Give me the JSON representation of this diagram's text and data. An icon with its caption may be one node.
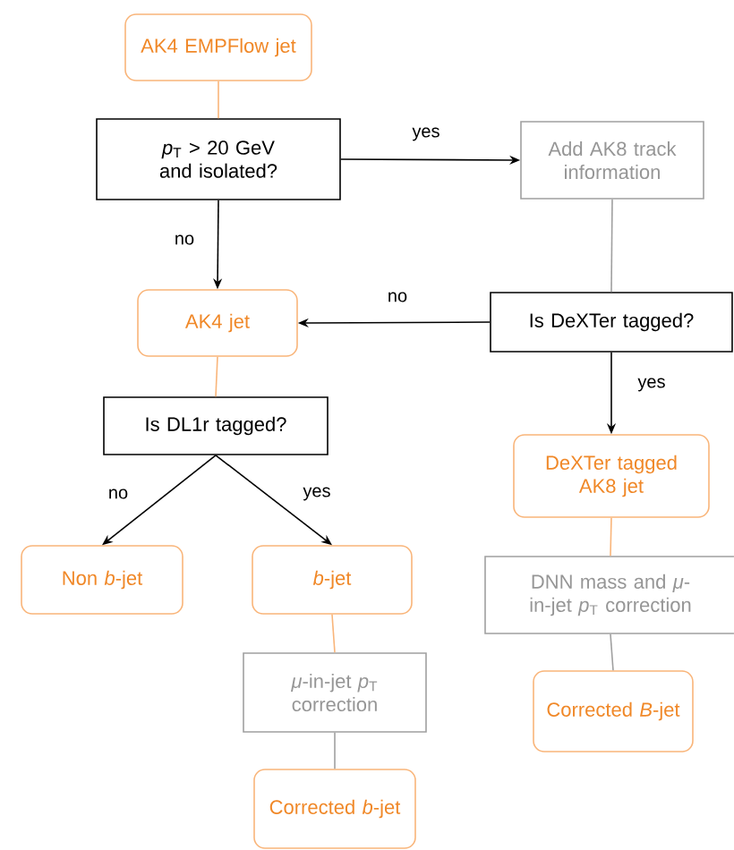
{
  "diagram": {
    "nodes": [
      {
        "text": [
          "AK4 EMPFlow jet"
        ]
      },
      {
        "text": [
          "*p*$_{T}$ > 20 GeV and isolated?"
        ]
      },
      {
        "text": [
          "Add AK8 track information"
        ]
      },
      {
        "text": [
          "AK4 jet"
        ]
      },
      {
        "text": [
          "Is DeXTer tagged?"
        ]
      },
      {
        "text": [
          "Is DL1r tagged?"
        ]
      },
      {
        "text": [
          "DeXTer tagged AK8 jet"
        ]
      },
      {
        "text": [
          "Non *b*-jet"
        ]
      },
      {
        "text": [
          "*b*-jet"
        ]
      },
      {
        "text": [
          "DNN mass and *μ*-in-jet *p*$_{T}$ correction"
        ]
      },
      {
        "text": [
          "*μ*-in-jet *p*$_{T}$ correction"
        ]
      },
      {
        "text": [
          "Corrected *B*-jet"
        ]
      },
      {
        "text": [
          "Corrected *b*-jet"
        ]
      }
    ],
    "edges": [
      {
        "from": 0,
        "to": 1,
        "arrow": "none",
        "color": "#f9b57a"
      },
      {
        "from": 1,
        "to": 2,
        "arrow": "to",
        "label": "yes"
      },
      {
        "from": 1,
        "to": 3,
        "arrow": "to",
        "label": "no"
      },
      {
        "from": 2,
        "to": 4,
        "arrow": "none",
        "color": "#a0a0a0"
      },
      {
        "from": 4,
        "to": 3,
        "arrow": "to",
        "label": "no"
      },
      {
        "from": 3,
        "to": 5,
        "arrow": "none",
        "color": "#f9b57a"
      },
      {
        "from": 4,
        "to": 6,
        "arrow": "to",
        "label": "yes"
      },
      {
        "from": 5,
        "to": 7,
        "arrow": "to",
        "label": "no"
      },
      {
        "from": 5,
        "to": 8,
        "arrow": "to",
        "label": "yes"
      },
      {
        "from": 8,
        "to": 10,
        "arrow": "none",
        "color": "#f9b57a"
      },
      {
        "from": 6,
        "to": 9,
        "arrow": "none",
        "color": "#f9b57a"
      },
      {
        "from": 10,
        "to": 12,
        "arrow": "none",
        "color": "#a0a0a0"
      },
      {
        "from": 9,
        "to": 11,
        "arrow": "none",
        "color": "#a0a0a0"
      }
    ]
  }
}
